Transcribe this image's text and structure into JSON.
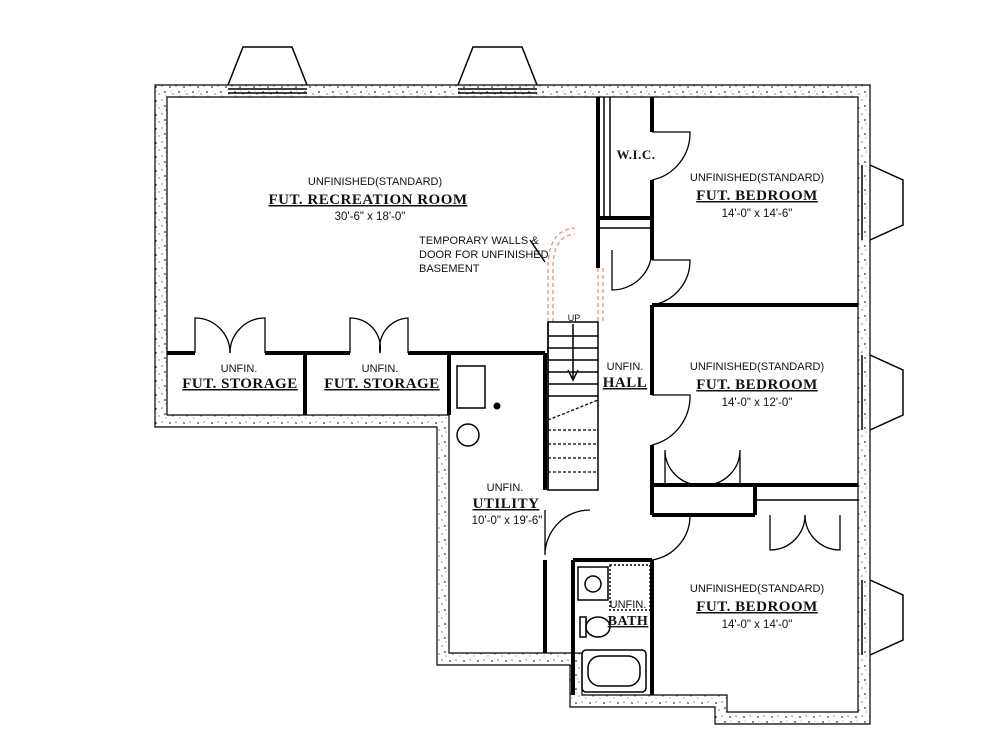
{
  "rooms": {
    "recreation": {
      "status": "UNFINISHED(STANDARD)",
      "name": "FUT. RECREATION ROOM",
      "dim": "30'-6\" x 18'-0\""
    },
    "storage_left": {
      "status": "UNFIN.",
      "name": "FUT. STORAGE"
    },
    "storage_right": {
      "status": "UNFIN.",
      "name": "FUT. STORAGE"
    },
    "wic": {
      "name": "W.I.C."
    },
    "bedroom_top": {
      "status": "UNFINISHED(STANDARD)",
      "name": "FUT. BEDROOM",
      "dim": "14'-0\" x 14'-6\""
    },
    "bedroom_mid": {
      "status": "UNFINISHED(STANDARD)",
      "name": "FUT. BEDROOM",
      "dim": "14'-0\" x 12'-0\""
    },
    "bedroom_bottom": {
      "status": "UNFINISHED(STANDARD)",
      "name": "FUT. BEDROOM",
      "dim": "14'-0\" x 14'-0\""
    },
    "hall": {
      "status": "UNFIN.",
      "name": "HALL"
    },
    "utility": {
      "status": "UNFIN.",
      "name": "UTILITY",
      "dim": "10'-0\" x 19'-6\""
    },
    "bath": {
      "status": "UNFIN.",
      "name": "BATH"
    }
  },
  "notes": {
    "temp_line1": "TEMPORARY WALLS &",
    "temp_line2": "DOOR FOR UNFINISHED",
    "temp_line3": "BASEMENT",
    "stair_up": "UP"
  }
}
